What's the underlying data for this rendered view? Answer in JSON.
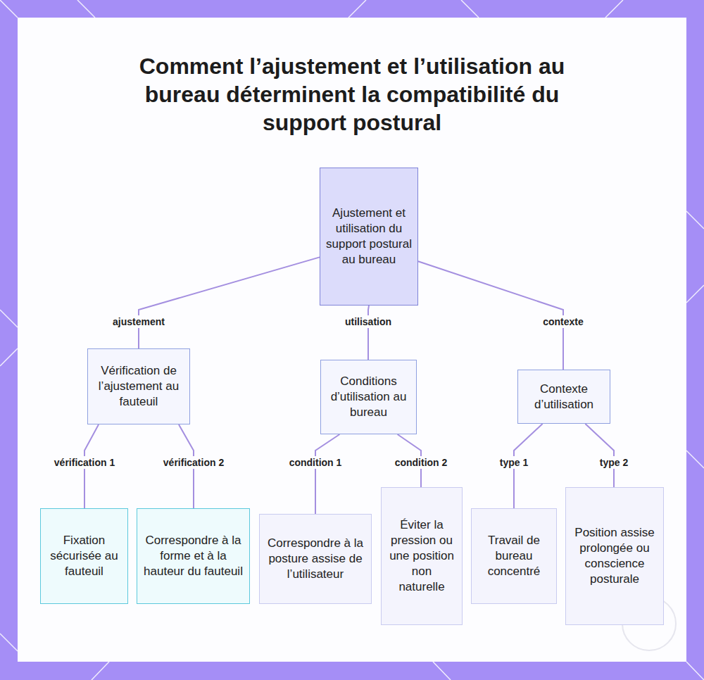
{
  "diagram": {
    "title": "Comment l’ajustement et l’utilisation au bureau déterminent la compatibilité du support postural",
    "nodes": [
      {
        "text": [
          "Ajustement et utilisation du support postural au bureau"
        ]
      },
      {
        "text": [
          "Vérification de l’ajustement au fauteuil"
        ]
      },
      {
        "text": [
          "Conditions d’utilisation au bureau"
        ]
      },
      {
        "text": [
          "Contexte d’utilisation"
        ]
      },
      {
        "text": [
          "Fixation sécurisée au fauteuil"
        ]
      },
      {
        "text": [
          "Correspondre à la forme et à la hauteur du fauteuil"
        ]
      },
      {
        "text": [
          "Correspondre à la posture assise de l’utilisateur"
        ]
      },
      {
        "text": [
          "Éviter la pression ou une position non naturelle"
        ]
      },
      {
        "text": [
          "Travail de bureau concentré"
        ]
      },
      {
        "text": [
          "Position assise prolongée ou conscience posturale"
        ]
      }
    ],
    "edges": [
      {
        "from": 0,
        "to": 1,
        "label": "ajustement",
        "arrow": "none"
      },
      {
        "from": 0,
        "to": 2,
        "label": "utilisation",
        "arrow": "none"
      },
      {
        "from": 0,
        "to": 3,
        "label": "contexte",
        "arrow": "none"
      },
      {
        "from": 1,
        "to": 4,
        "label": "vérification 1",
        "arrow": "none"
      },
      {
        "from": 1,
        "to": 5,
        "label": "vérification 2",
        "arrow": "none"
      },
      {
        "from": 2,
        "to": 6,
        "label": "condition 1",
        "arrow": "none"
      },
      {
        "from": 2,
        "to": 7,
        "label": "condition 2",
        "arrow": "none"
      },
      {
        "from": 3,
        "to": 8,
        "label": "type 1",
        "arrow": "none"
      },
      {
        "from": 3,
        "to": 9,
        "label": "type 2",
        "arrow": "none"
      }
    ]
  }
}
